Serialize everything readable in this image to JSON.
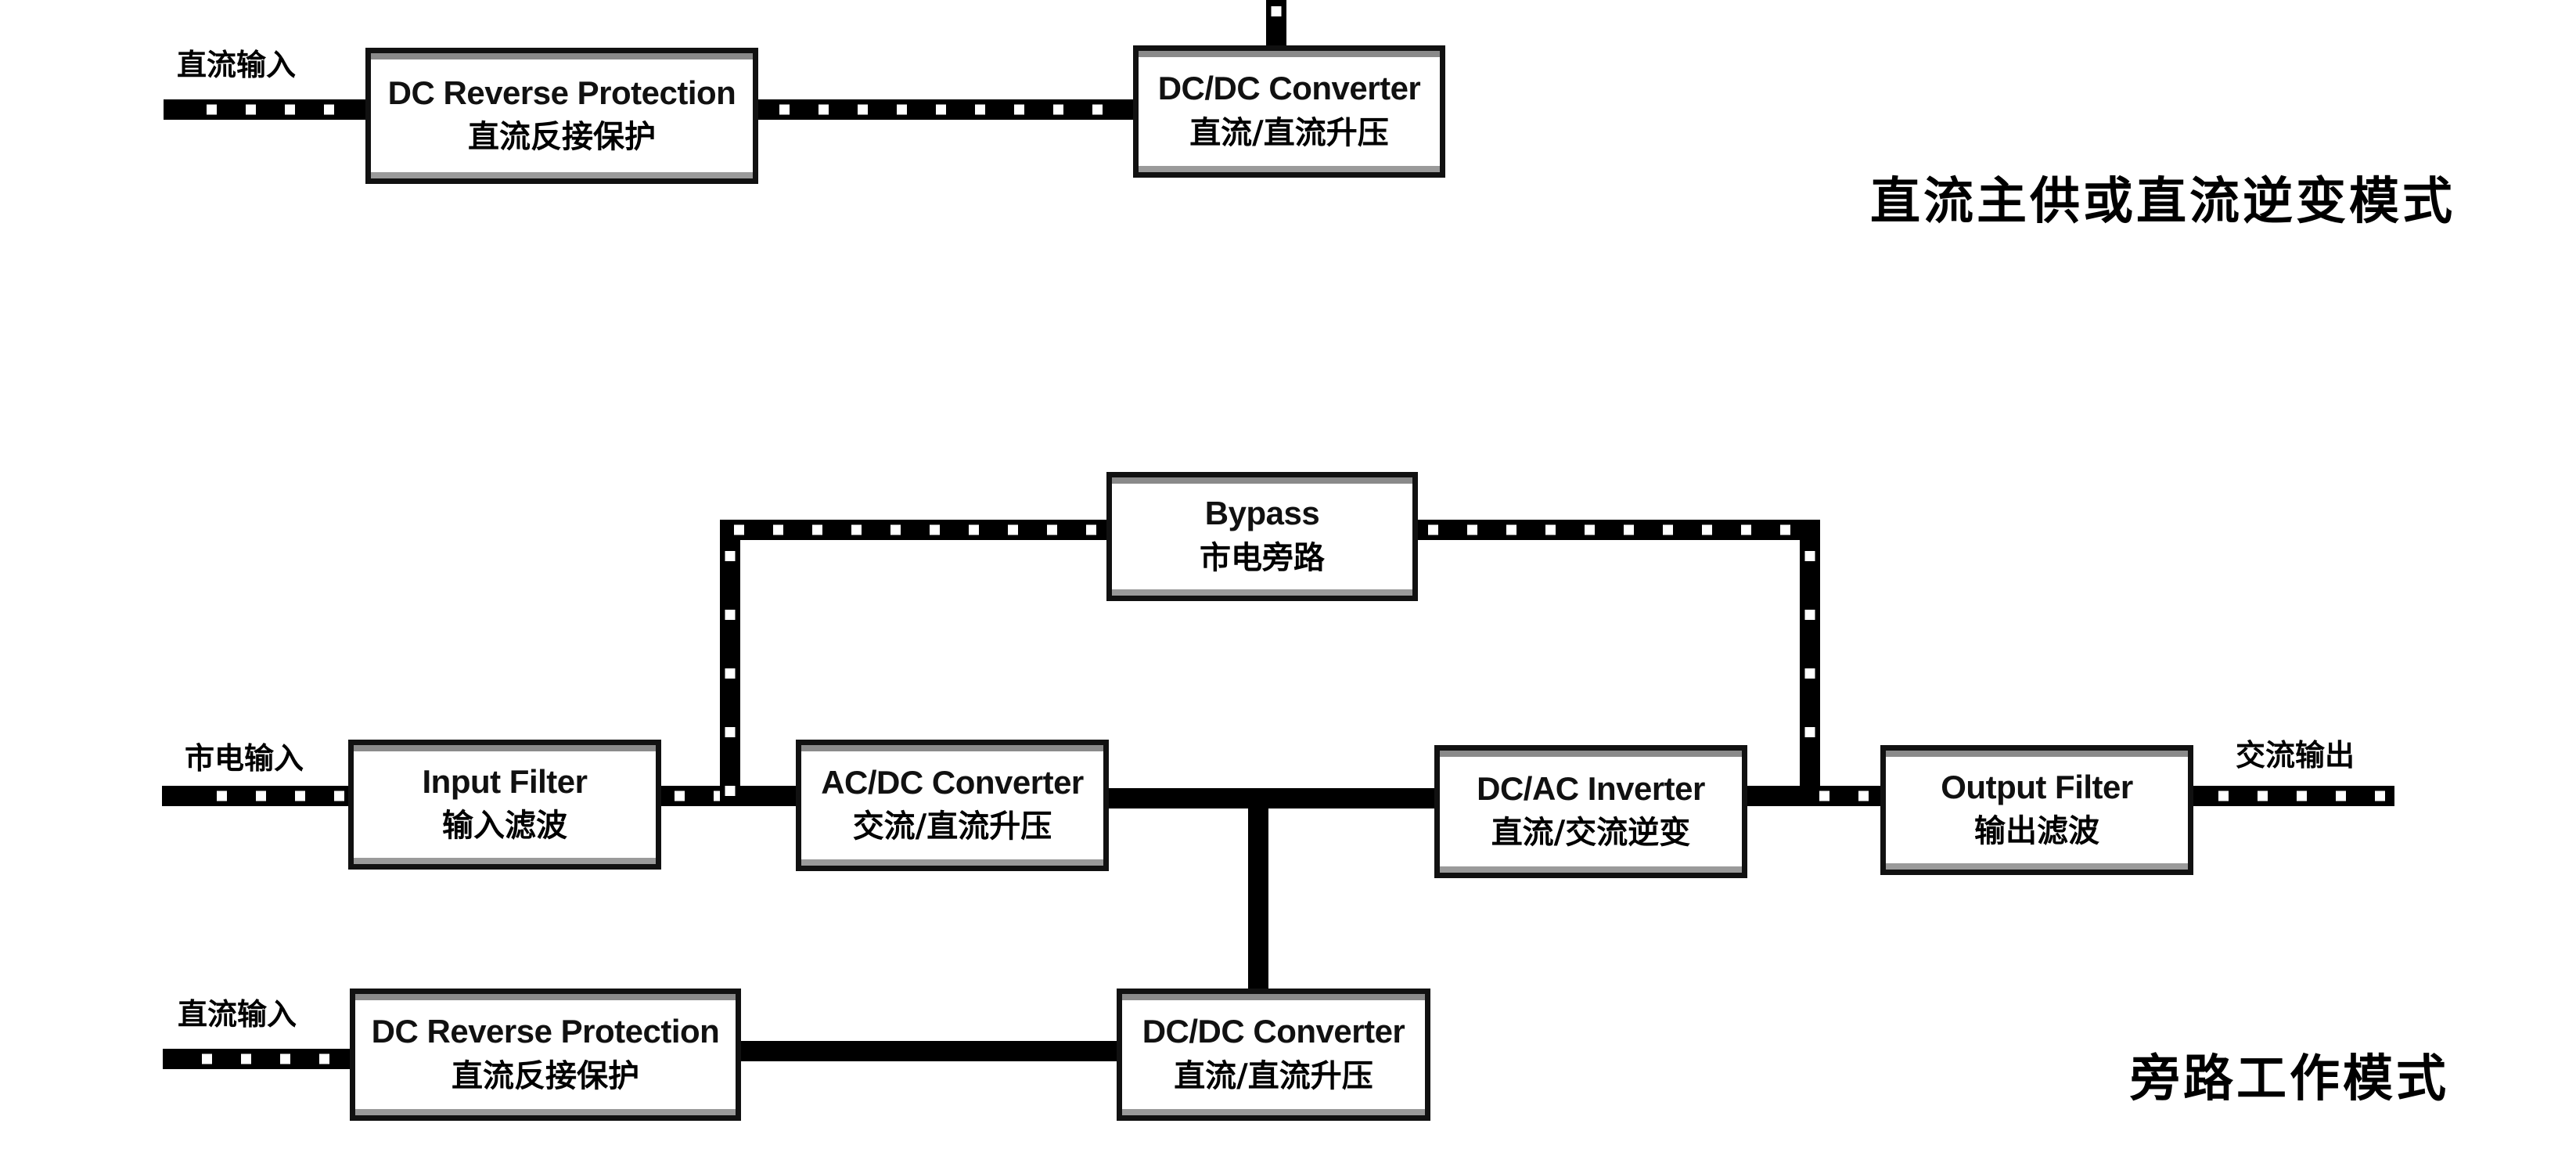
{
  "diagram": {
    "colors": {
      "line": "#000000",
      "dot": "#ffffff",
      "box_border": "#111111",
      "background": "#ffffff"
    },
    "sections": [
      {
        "id": "dc_mode",
        "title": "直流主供或直流逆变模式",
        "labels": [
          {
            "id": "dc_input_top",
            "text": "直流输入"
          }
        ],
        "blocks": [
          {
            "id": "dc_rev_top",
            "en": "DC Reverse Protection",
            "zh": "直流反接保护"
          },
          {
            "id": "dcdc_top",
            "en": "DC/DC Converter",
            "zh": "直流/直流升压"
          }
        ],
        "connections": [
          {
            "from": "dc_input_top",
            "to": "dc_rev_top",
            "pattern": "dotted"
          },
          {
            "from": "dc_rev_top",
            "to": "dcdc_top",
            "pattern": "dotted"
          },
          {
            "from": "dcdc_top",
            "to": "upstream",
            "pattern": "dotted"
          }
        ]
      },
      {
        "id": "bypass_mode",
        "title": "旁路工作模式",
        "labels": [
          {
            "id": "mains_input",
            "text": "市电输入"
          },
          {
            "id": "ac_output",
            "text": "交流输出"
          },
          {
            "id": "dc_input_bottom",
            "text": "直流输入"
          }
        ],
        "blocks": [
          {
            "id": "bypass",
            "en": "Bypass",
            "zh": "市电旁路"
          },
          {
            "id": "input_filter",
            "en": "Input Filter",
            "zh": "输入滤波"
          },
          {
            "id": "acdc",
            "en": "AC/DC Converter",
            "zh": "交流/直流升压"
          },
          {
            "id": "dcac",
            "en": "DC/AC Inverter",
            "zh": "直流/交流逆变"
          },
          {
            "id": "output_filter",
            "en": "Output Filter",
            "zh": "输出滤波"
          },
          {
            "id": "dc_rev_bottom",
            "en": "DC Reverse Protection",
            "zh": "直流反接保护"
          },
          {
            "id": "dcdc_bottom",
            "en": "DC/DC Converter",
            "zh": "直流/直流升压"
          }
        ],
        "connections": [
          {
            "from": "mains_input",
            "to": "input_filter",
            "pattern": "dotted"
          },
          {
            "from": "input_filter",
            "to": "bypass",
            "pattern": "dotted"
          },
          {
            "from": "bypass",
            "to": "output_filter",
            "pattern": "dotted"
          },
          {
            "from": "output_filter",
            "to": "ac_output",
            "pattern": "dotted"
          },
          {
            "from": "input_filter",
            "to": "acdc",
            "pattern": "solid"
          },
          {
            "from": "acdc",
            "to": "dcac",
            "pattern": "solid"
          },
          {
            "from": "dcac",
            "to": "output_filter",
            "pattern": "solid"
          },
          {
            "from": "dcdc_bottom",
            "to": "dc_bus",
            "pattern": "solid"
          },
          {
            "from": "dc_input_bottom",
            "to": "dc_rev_bottom",
            "pattern": "dotted"
          },
          {
            "from": "dc_rev_bottom",
            "to": "dcdc_bottom",
            "pattern": "solid"
          }
        ]
      }
    ]
  }
}
